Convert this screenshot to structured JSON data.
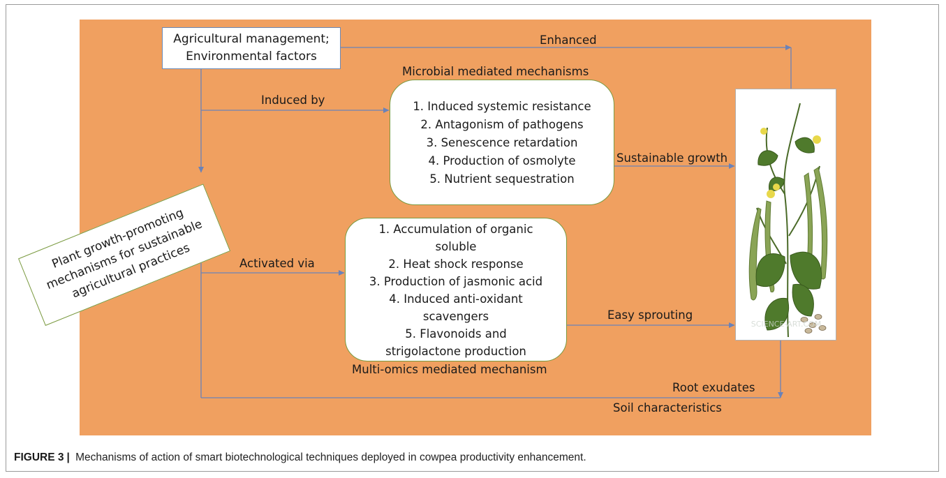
{
  "diagram": {
    "top_box": [
      "Agricultural management;",
      "Environmental factors"
    ],
    "plant_box": [
      "Plant growth-promoting",
      "mechanisms for sustainable",
      "agricultural practices"
    ],
    "microbial": {
      "title": "Microbial mediated mechanisms",
      "items": [
        "1.   Induced systemic resistance",
        "2.   Antagonism of pathogens",
        "3.   Senescence retardation",
        "4.   Production of osmolyte",
        "5.   Nutrient sequestration"
      ]
    },
    "multiomics": {
      "title": "Multi-omics mediated mechanism",
      "items": [
        "1.   Accumulation of organic",
        "soluble",
        "2.   Heat shock response",
        "3.   Production of jasmonic acid",
        "4.   Induced anti-oxidant",
        "scavengers",
        "5.   Flavonoids and",
        "strigolactone production"
      ]
    },
    "edge_labels": {
      "enhanced": "Enhanced",
      "induced_by": "Induced by",
      "activated_via": "Activated via",
      "sustainable_growth": "Sustainable growth",
      "easy_sprouting": "Easy sprouting",
      "root_exudates": "Root exudates",
      "soil_characteristics": "Soil characteristics"
    },
    "image_watermark": "SCIENCE-ART.COM",
    "colors": {
      "panel": "#f0a060",
      "arrow": "#6a82b8",
      "leaf": "#4f7a2c",
      "pod": "#8aa456",
      "flower": "#e8d84a"
    }
  },
  "caption": {
    "label": "FIGURE 3",
    "separator": "|",
    "text": "Mechanisms of action of smart biotechnological techniques deployed in cowpea productivity enhancement."
  }
}
